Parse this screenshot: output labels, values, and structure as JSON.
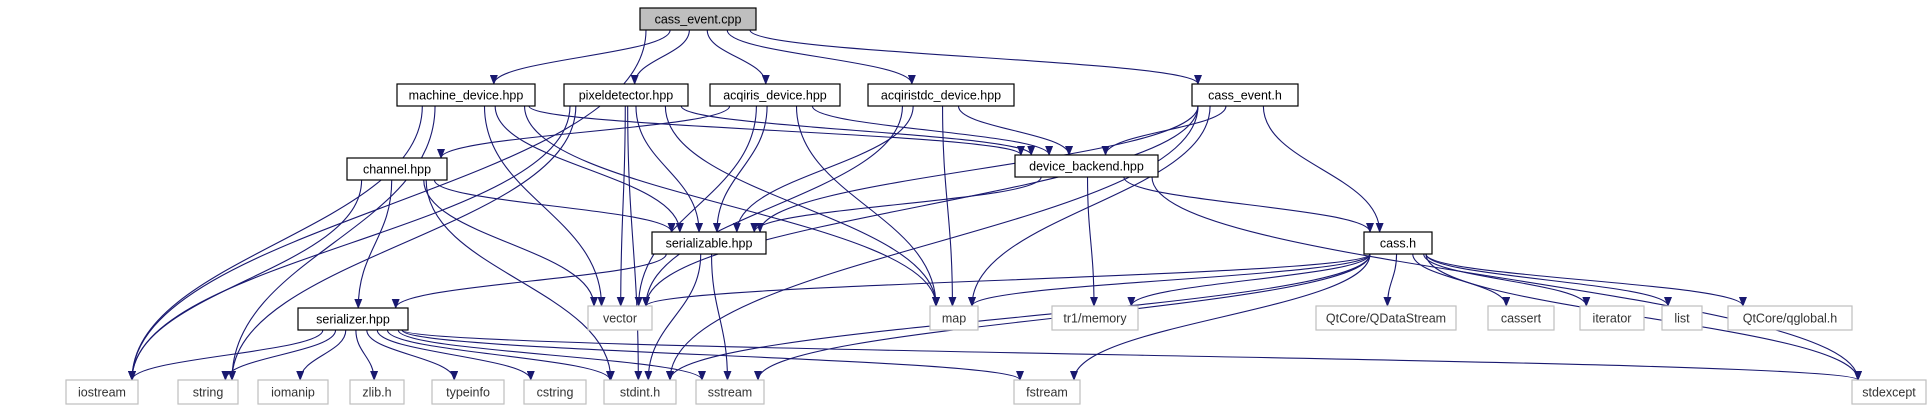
{
  "diagram": {
    "title": "",
    "nodes": [
      {
        "id": "cass_event_cpp",
        "label": "cass_event.cpp",
        "kind": "root"
      },
      {
        "id": "machine_device",
        "label": "machine_device.hpp",
        "kind": "local"
      },
      {
        "id": "pixeldetector",
        "label": "pixeldetector.hpp",
        "kind": "local"
      },
      {
        "id": "acqiris_device",
        "label": "acqiris_device.hpp",
        "kind": "local"
      },
      {
        "id": "acqiristdc_device",
        "label": "acqiristdc_device.hpp",
        "kind": "local"
      },
      {
        "id": "cass_event_h",
        "label": "cass_event.h",
        "kind": "local"
      },
      {
        "id": "channel",
        "label": "channel.hpp",
        "kind": "local"
      },
      {
        "id": "device_backend",
        "label": "device_backend.hpp",
        "kind": "local"
      },
      {
        "id": "serializable",
        "label": "serializable.hpp",
        "kind": "local"
      },
      {
        "id": "cass_h",
        "label": "cass.h",
        "kind": "local"
      },
      {
        "id": "serializer",
        "label": "serializer.hpp",
        "kind": "local"
      },
      {
        "id": "vector",
        "label": "vector",
        "kind": "system"
      },
      {
        "id": "map",
        "label": "map",
        "kind": "system"
      },
      {
        "id": "tr1memory",
        "label": "tr1/memory",
        "kind": "system"
      },
      {
        "id": "qdatastream",
        "label": "QtCore/QDataStream",
        "kind": "system"
      },
      {
        "id": "cassert",
        "label": "cassert",
        "kind": "system"
      },
      {
        "id": "iterator",
        "label": "iterator",
        "kind": "system"
      },
      {
        "id": "list",
        "label": "list",
        "kind": "system"
      },
      {
        "id": "qglobal",
        "label": "QtCore/qglobal.h",
        "kind": "system"
      },
      {
        "id": "iostream",
        "label": "iostream",
        "kind": "system"
      },
      {
        "id": "string",
        "label": "string",
        "kind": "system"
      },
      {
        "id": "iomanip",
        "label": "iomanip",
        "kind": "system"
      },
      {
        "id": "zlib",
        "label": "zlib.h",
        "kind": "system"
      },
      {
        "id": "typeinfo",
        "label": "typeinfo",
        "kind": "system"
      },
      {
        "id": "cstring",
        "label": "cstring",
        "kind": "system"
      },
      {
        "id": "stdint",
        "label": "stdint.h",
        "kind": "system"
      },
      {
        "id": "sstream",
        "label": "sstream",
        "kind": "system"
      },
      {
        "id": "fstream",
        "label": "fstream",
        "kind": "system"
      },
      {
        "id": "stdexcept",
        "label": "stdexcept",
        "kind": "system"
      }
    ],
    "edges": [
      [
        "cass_event_cpp",
        "machine_device"
      ],
      [
        "cass_event_cpp",
        "pixeldetector"
      ],
      [
        "cass_event_cpp",
        "acqiris_device"
      ],
      [
        "cass_event_cpp",
        "acqiristdc_device"
      ],
      [
        "cass_event_cpp",
        "cass_event_h"
      ],
      [
        "cass_event_cpp",
        "iostream"
      ],
      [
        "machine_device",
        "device_backend"
      ],
      [
        "machine_device",
        "serializable"
      ],
      [
        "machine_device",
        "map"
      ],
      [
        "machine_device",
        "vector"
      ],
      [
        "machine_device",
        "string"
      ],
      [
        "machine_device",
        "iostream"
      ],
      [
        "pixeldetector",
        "device_backend"
      ],
      [
        "pixeldetector",
        "serializable"
      ],
      [
        "pixeldetector",
        "map"
      ],
      [
        "pixeldetector",
        "vector"
      ],
      [
        "pixeldetector",
        "string"
      ],
      [
        "pixeldetector",
        "iostream"
      ],
      [
        "pixeldetector",
        "stdint"
      ],
      [
        "acqiris_device",
        "channel"
      ],
      [
        "acqiris_device",
        "device_backend"
      ],
      [
        "acqiris_device",
        "serializable"
      ],
      [
        "acqiris_device",
        "map"
      ],
      [
        "acqiris_device",
        "vector"
      ],
      [
        "acqiristdc_device",
        "device_backend"
      ],
      [
        "acqiristdc_device",
        "serializable"
      ],
      [
        "acqiristdc_device",
        "map"
      ],
      [
        "acqiristdc_device",
        "vector"
      ],
      [
        "cass_event_h",
        "device_backend"
      ],
      [
        "cass_event_h",
        "cass_h"
      ],
      [
        "cass_event_h",
        "serializable"
      ],
      [
        "cass_event_h",
        "map"
      ],
      [
        "cass_event_h",
        "vector"
      ],
      [
        "cass_event_h",
        "stdint"
      ],
      [
        "channel",
        "serializable"
      ],
      [
        "channel",
        "serializer"
      ],
      [
        "channel",
        "vector"
      ],
      [
        "channel",
        "iostream"
      ],
      [
        "channel",
        "stdint"
      ],
      [
        "device_backend",
        "serializable"
      ],
      [
        "device_backend",
        "cass_h"
      ],
      [
        "device_backend",
        "tr1memory"
      ],
      [
        "device_backend",
        "stdexcept"
      ],
      [
        "serializable",
        "serializer"
      ],
      [
        "serializable",
        "stdint"
      ],
      [
        "serializable",
        "sstream"
      ],
      [
        "cass_h",
        "vector"
      ],
      [
        "cass_h",
        "map"
      ],
      [
        "cass_h",
        "tr1memory"
      ],
      [
        "cass_h",
        "qdatastream"
      ],
      [
        "cass_h",
        "cassert"
      ],
      [
        "cass_h",
        "iterator"
      ],
      [
        "cass_h",
        "list"
      ],
      [
        "cass_h",
        "qglobal"
      ],
      [
        "cass_h",
        "stdexcept"
      ],
      [
        "cass_h",
        "stdint"
      ],
      [
        "cass_h",
        "sstream"
      ],
      [
        "cass_h",
        "fstream"
      ],
      [
        "serializer",
        "iostream"
      ],
      [
        "serializer",
        "string"
      ],
      [
        "serializer",
        "iomanip"
      ],
      [
        "serializer",
        "zlib"
      ],
      [
        "serializer",
        "typeinfo"
      ],
      [
        "serializer",
        "cstring"
      ],
      [
        "serializer",
        "stdint"
      ],
      [
        "serializer",
        "sstream"
      ],
      [
        "serializer",
        "fstream"
      ],
      [
        "serializer",
        "stdexcept"
      ]
    ]
  }
}
